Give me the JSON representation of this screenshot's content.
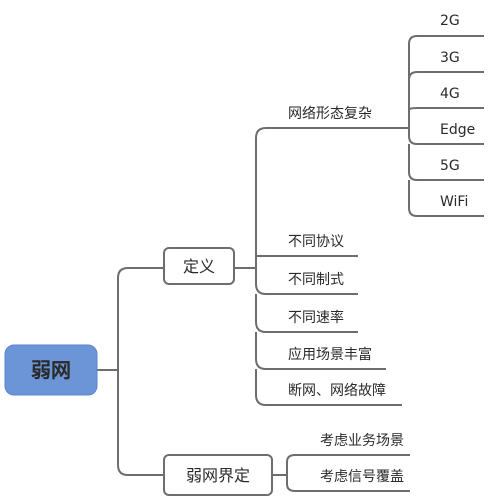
{
  "colors": {
    "root_fill": "#6b95d6",
    "root_text": "#ffffff",
    "line": "#6d6d6d",
    "text": "#2a2a2a"
  },
  "root": {
    "label": "弱网"
  },
  "branches": [
    {
      "label": "定义",
      "children": [
        {
          "label": "网络形态复杂",
          "children": [
            {
              "label": "2G"
            },
            {
              "label": "3G"
            },
            {
              "label": "4G"
            },
            {
              "label": "Edge"
            },
            {
              "label": "5G"
            },
            {
              "label": "WiFi"
            }
          ]
        },
        {
          "label": "不同协议"
        },
        {
          "label": "不同制式"
        },
        {
          "label": "不同速率"
        },
        {
          "label": "应用场景丰富"
        },
        {
          "label": "断网、网络故障"
        }
      ]
    },
    {
      "label": "弱网界定",
      "children": [
        {
          "label": "考虑业务场景"
        },
        {
          "label": "考虑信号覆盖"
        }
      ]
    }
  ]
}
